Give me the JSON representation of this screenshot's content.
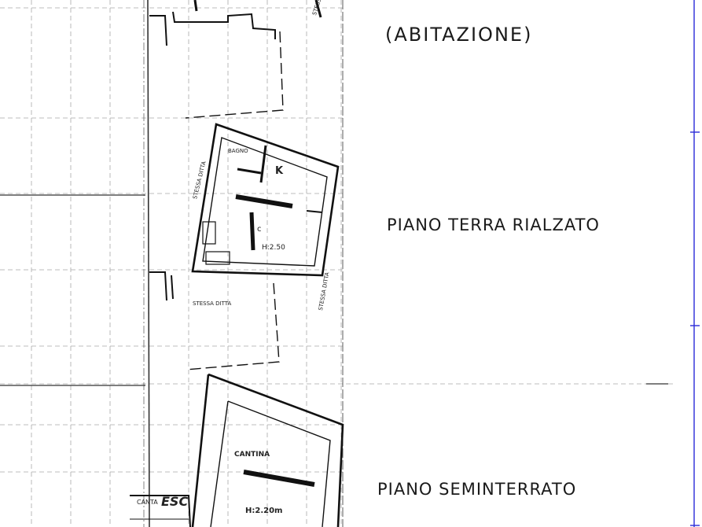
{
  "labels": {
    "abitazione": "(ABITAZIONE)",
    "piano_terra": "PIANO TERRA RIALZATO",
    "piano_seminterrato": "PIANO SEMINTERRATO"
  },
  "rooms": {
    "kitchen": "K",
    "room_c": "c",
    "height_upper": "H:2.50",
    "cantina": "CANTINA",
    "stair": "ESC",
    "stair_prefix": "CANTA",
    "height_lower": "H:2.20m",
    "bagno": "BAGNO"
  },
  "annotations": {
    "stessa_ditta_1": "STESSA DITTA",
    "stessa_ditta_2": "STESSA DITTA",
    "stessa_ditta_3": "STESSA DITTA",
    "stessa_ditta_4": "STESSA DITTA"
  },
  "colors": {
    "ink": "#1a1a1a",
    "grid": "#9a9a9a",
    "blue_rule": "#2b2bd9"
  }
}
